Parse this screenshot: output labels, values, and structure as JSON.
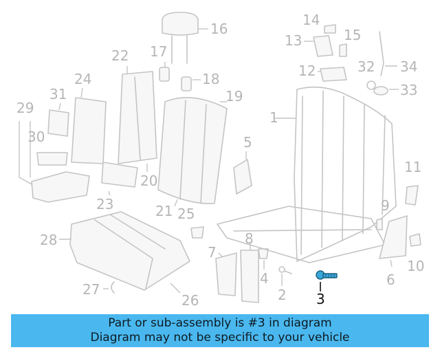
{
  "highlight": {
    "part_number": "3",
    "color": "#3aa7d9"
  },
  "callouts": [
    "1",
    "2",
    "3",
    "4",
    "5",
    "6",
    "7",
    "8",
    "9",
    "10",
    "11",
    "12",
    "13",
    "14",
    "15",
    "16",
    "17",
    "18",
    "19",
    "20",
    "21",
    "22",
    "23",
    "24",
    "25",
    "26",
    "27",
    "28",
    "29",
    "30",
    "31",
    "32",
    "33",
    "34"
  ],
  "banner": {
    "line1": "Part or sub-assembly is #3 in diagram",
    "line2": "Diagram may not be specific to your vehicle",
    "background": "#4ab8ef"
  }
}
